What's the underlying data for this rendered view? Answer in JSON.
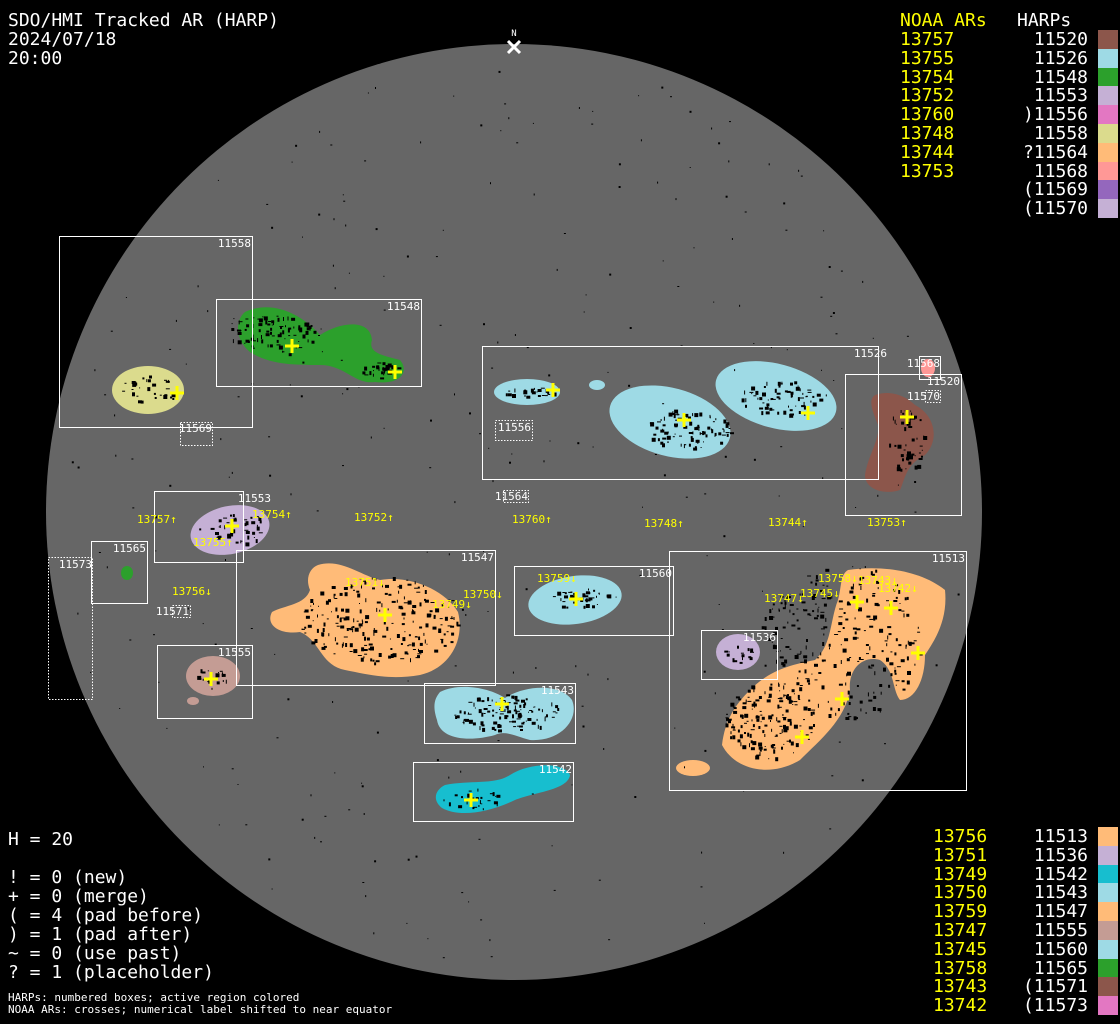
{
  "header": {
    "title": "SDO/HMI Tracked AR (HARP)",
    "date": "2024/07/18",
    "time": "20:00",
    "north_label": "N"
  },
  "legend_top": {
    "noaa_header": "NOAA ARs",
    "harp_header": "HARPs",
    "rows": [
      {
        "noaa": "13757",
        "harp": "11520",
        "color": "#8c564b"
      },
      {
        "noaa": "13755",
        "harp": "11526",
        "color": "#9edae5"
      },
      {
        "noaa": "13754",
        "harp": "11548",
        "color": "#2ca02c"
      },
      {
        "noaa": "13752",
        "harp": "11553",
        "color": "#c5b0d5"
      },
      {
        "noaa": "13760",
        "harp": ")11556",
        "color": "#e377c2"
      },
      {
        "noaa": "13748",
        "harp": "11558",
        "color": "#dbdb8d"
      },
      {
        "noaa": "13744",
        "harp": "?11564",
        "color": "#ffbb78"
      },
      {
        "noaa": "13753",
        "harp": "11568",
        "color": "#ff9896"
      },
      {
        "noaa": "",
        "harp": "(11569",
        "color": "#9467bd"
      },
      {
        "noaa": "",
        "harp": "(11570",
        "color": "#c5b0d5"
      }
    ]
  },
  "legend_bottom": {
    "rows": [
      {
        "noaa": "13756",
        "harp": "11513",
        "color": "#ffbb78"
      },
      {
        "noaa": "13751",
        "harp": "11536",
        "color": "#c5b0d5"
      },
      {
        "noaa": "13749",
        "harp": "11542",
        "color": "#17becf"
      },
      {
        "noaa": "13750",
        "harp": "11543",
        "color": "#9edae5"
      },
      {
        "noaa": "13759",
        "harp": "11547",
        "color": "#ffbb78"
      },
      {
        "noaa": "13747",
        "harp": "11555",
        "color": "#c49c94"
      },
      {
        "noaa": "13745",
        "harp": "11560",
        "color": "#9edae5"
      },
      {
        "noaa": "13758",
        "harp": "11565",
        "color": "#2ca02c"
      },
      {
        "noaa": "13743",
        "harp": "(11571",
        "color": "#8c564b"
      },
      {
        "noaa": "13742",
        "harp": "(11573",
        "color": "#e377c2"
      }
    ]
  },
  "stats": {
    "h": "H = 20",
    "lines": [
      "! = 0 (new)",
      "+ = 0 (merge)",
      "( = 4 (pad before)",
      ") = 1 (pad after)",
      "~ = 0 (use past)",
      "? = 1 (placeholder)"
    ]
  },
  "footnotes": [
    "HARPs: numbered boxes; active region colored",
    "NOAA ARs: crosses; numerical label shifted to near equator"
  ],
  "harp_boxes": [
    "11558",
    "11548",
    "11526",
    "11568",
    "11520",
    "11570",
    "11569",
    "11556",
    "11564",
    "11553",
    "11565",
    "11573",
    "11547",
    "11560",
    "11513",
    "11571",
    "11536",
    "11555",
    "11543",
    "11542"
  ],
  "noaa_labels": [
    "13757↑",
    "13754↑",
    "13752↑",
    "13760↑",
    "13748↑",
    "13744↑",
    "13753↑",
    "13755↑",
    "13756↓",
    "13751↓",
    "13750↓",
    "13749↓",
    "13759↓",
    "13758↓",
    "13743↓",
    "13742↓",
    "13747↓",
    "13745↓"
  ],
  "colors": {
    "disk": "#666666",
    "cross": "#ffff00"
  }
}
